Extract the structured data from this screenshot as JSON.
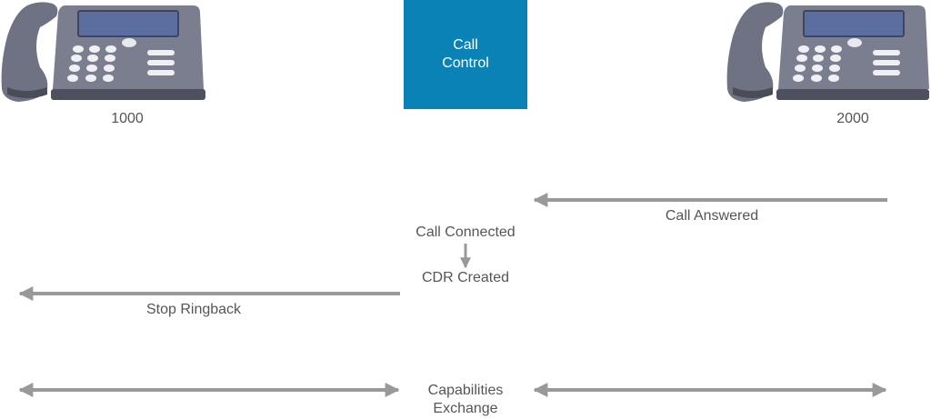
{
  "colors": {
    "call_control_bg": "#0a82b6",
    "arrow": "#999999",
    "text": "#555555",
    "phone_body": "#6f7282",
    "phone_screen": "#5a6fa0"
  },
  "call_control": {
    "line1": "Call",
    "line2": "Control"
  },
  "phones": {
    "left": {
      "number": "1000",
      "icon": "desk-phone-icon"
    },
    "right": {
      "number": "2000",
      "icon": "desk-phone-icon"
    }
  },
  "events": {
    "call_answered": "Call Answered",
    "call_connected": "Call Connected",
    "cdr_created": "CDR Created",
    "stop_ringback": "Stop Ringback",
    "capabilities_line1": "Capabilities",
    "capabilities_line2": "Exchange"
  }
}
